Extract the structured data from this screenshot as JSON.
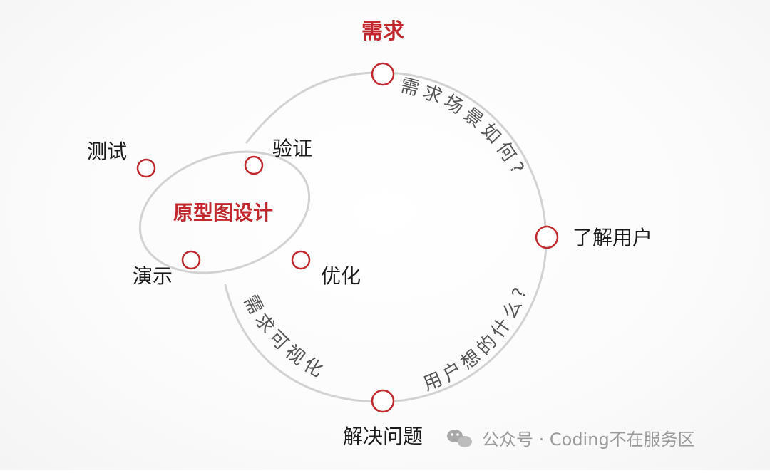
{
  "diagram": {
    "top_label": "需求",
    "right_label": "了解用户",
    "bottom_label": "解决问题",
    "center_label": "原型图设计",
    "loop_labels": {
      "test": "测试",
      "verify": "验证",
      "demo": "演示",
      "optimize": "优化"
    },
    "path_labels": {
      "scene": "需求场景如何?",
      "want": "用户想的什么?",
      "visual": "需求可视化"
    }
  },
  "watermark": {
    "icon": "wechat-icon",
    "text": "公众号 · Coding不在服务区"
  },
  "colors": {
    "accent": "#c0282d",
    "track": "#d2d2d2",
    "text": "#1a1a1a"
  }
}
